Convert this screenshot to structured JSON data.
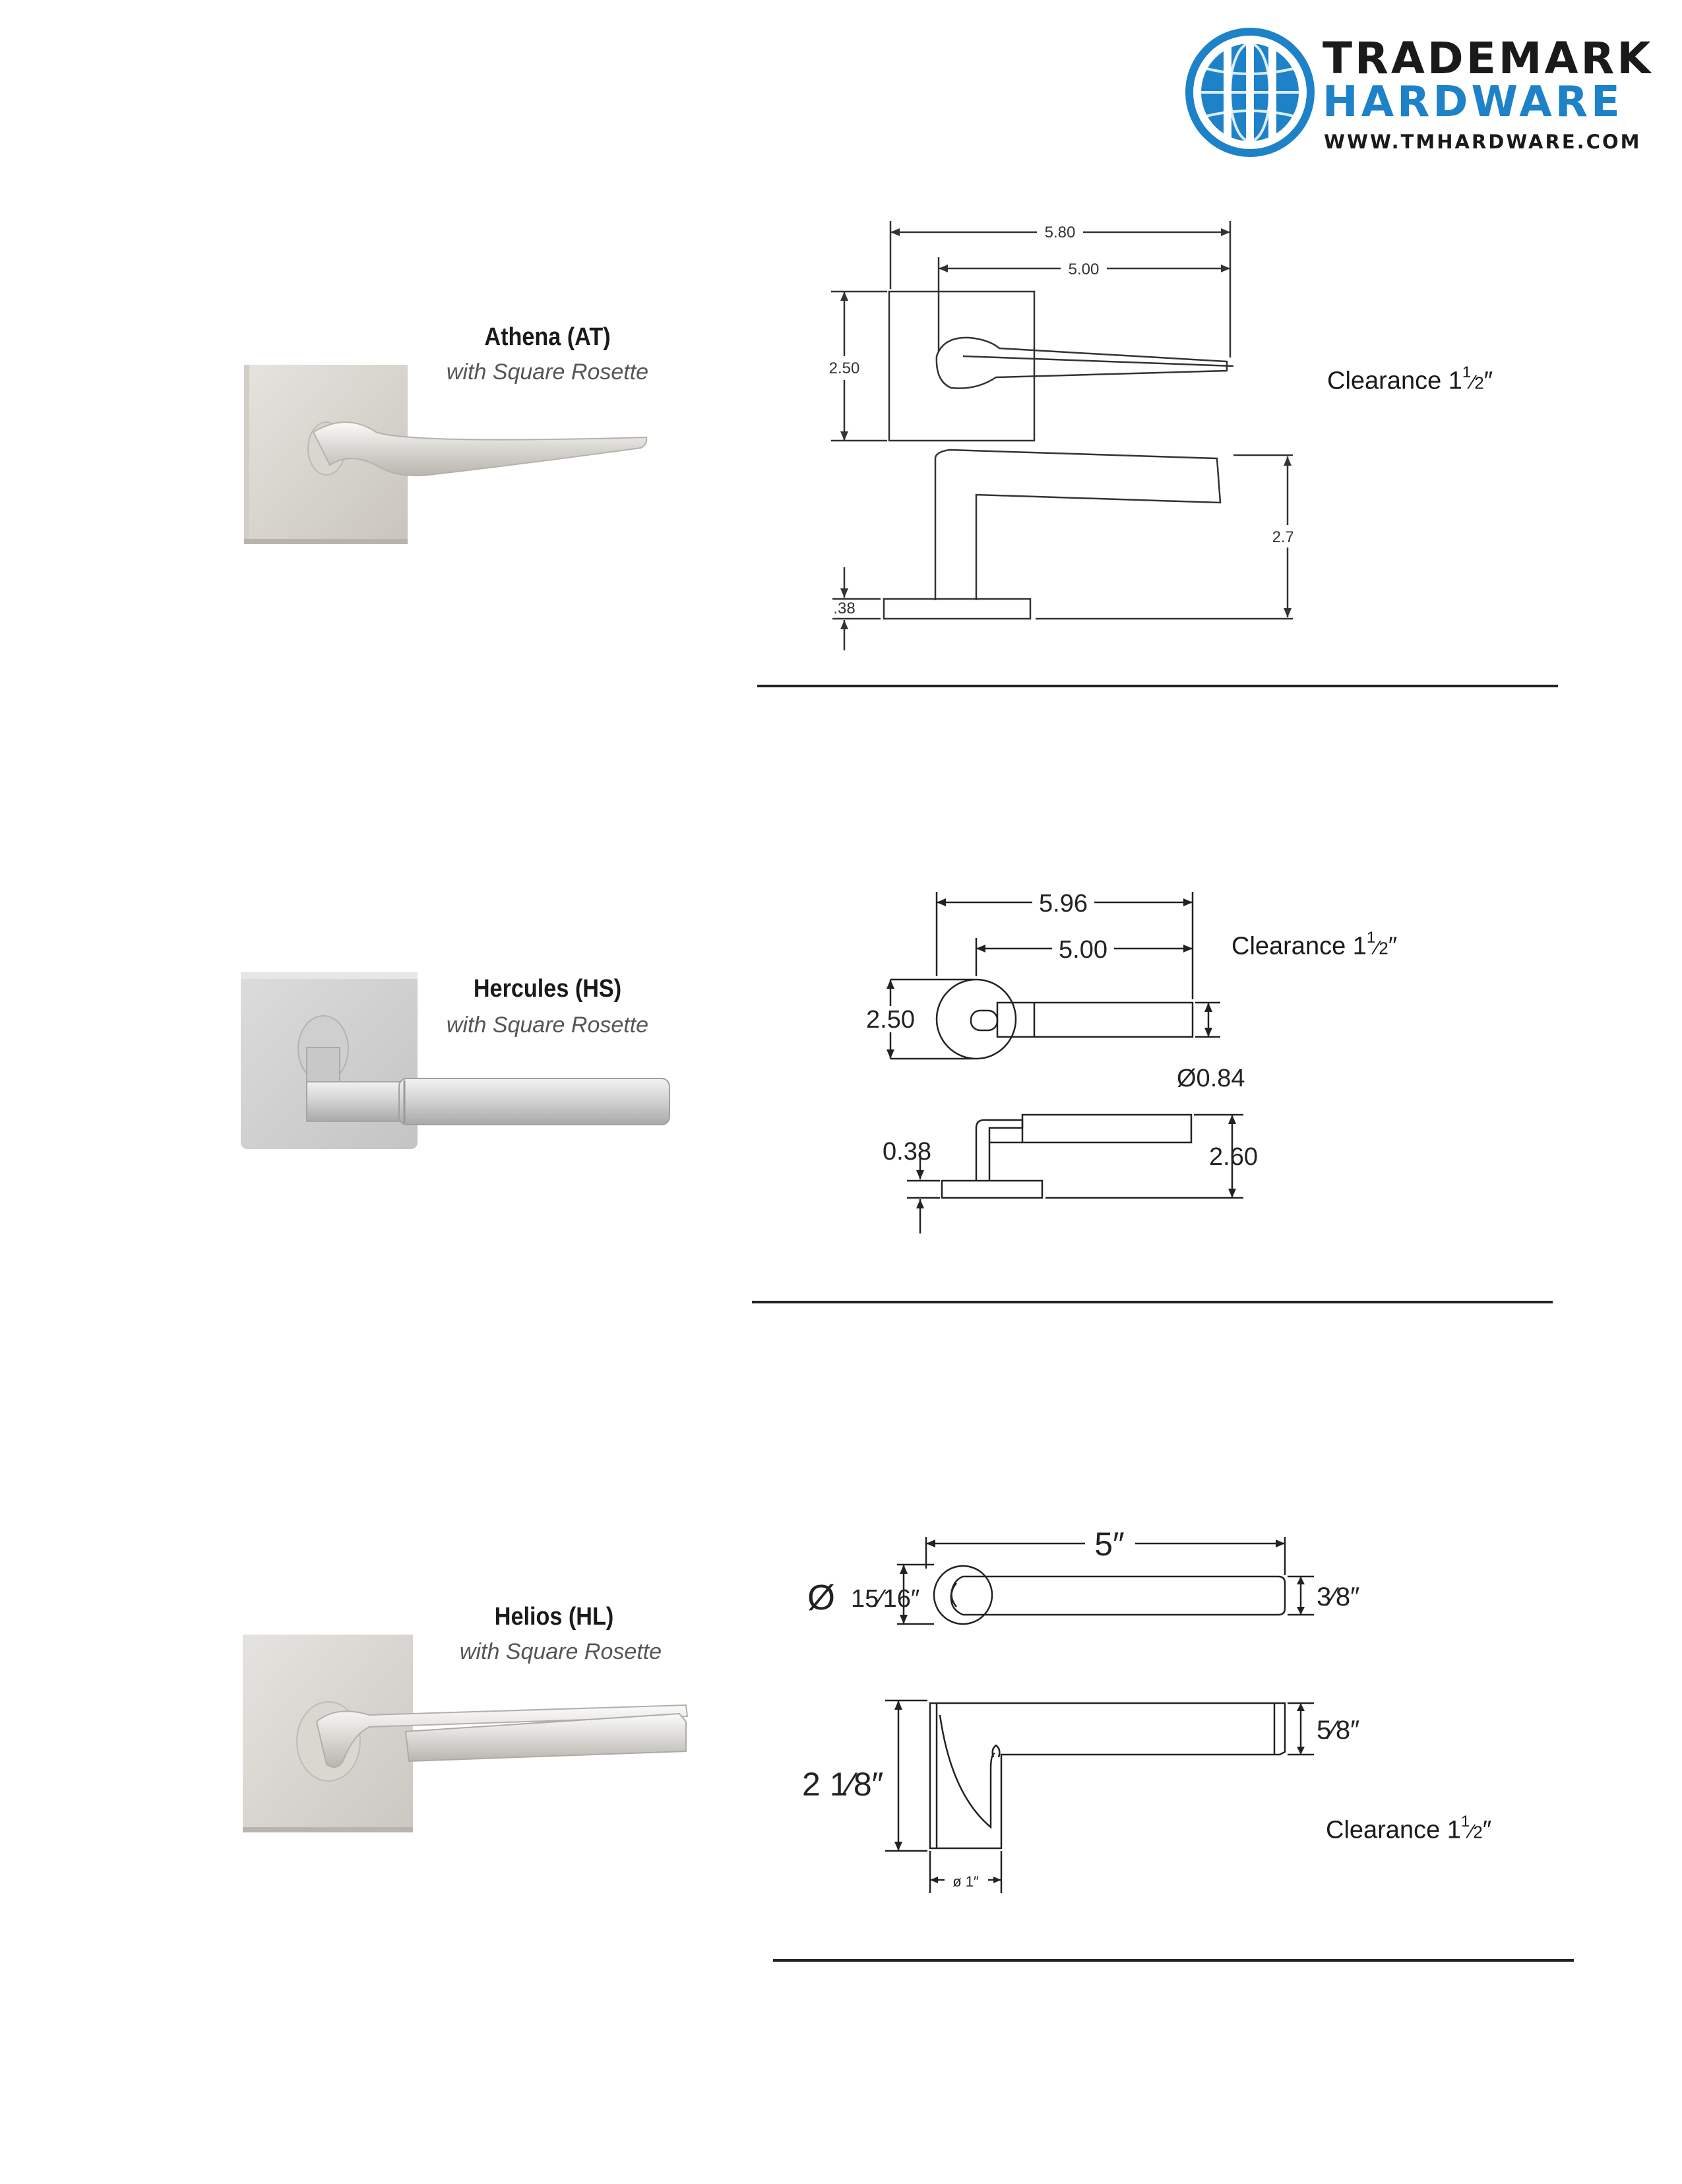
{
  "brand": {
    "line1": "TRADEMARK",
    "line2": "HARDWARE",
    "website": "WWW.TMHARDWARE.COM",
    "accent_color": "#1d82c8",
    "emblem_icon": "globe-door-icon"
  },
  "products": [
    {
      "name": "Athena (AT)",
      "subtitle": "with Square Rosette",
      "clearance": {
        "label": "Clearance 1",
        "num": "1",
        "den": "2",
        "unit": "″"
      },
      "dimensions": {
        "overall_length": "5.80",
        "lever_length": "5.00",
        "rosette_height": "2.50",
        "projection": "2.73",
        "rosette_thickness": ".38"
      }
    },
    {
      "name": "Hercules (HS)",
      "subtitle": "with Square Rosette",
      "clearance": {
        "label": "Clearance 1",
        "num": "1",
        "den": "2",
        "unit": "″"
      },
      "dimensions": {
        "overall_length": "5.96",
        "lever_length": "5.00",
        "rosette_height": "2.50",
        "lever_diameter": "Ø0.84",
        "rosette_thickness": "0.38",
        "projection": "2.60"
      }
    },
    {
      "name": "Helios (HL)",
      "subtitle": "with Square Rosette",
      "clearance": {
        "label": "Clearance 1",
        "num": "1",
        "den": "2",
        "unit": "″"
      },
      "dimensions": {
        "lever_length": "5″",
        "rose_symbol": "Ø",
        "rose_diameter": "15⁄16″",
        "lever_thickness": "3⁄8″",
        "lever_height": "5⁄8″",
        "projection": "2 1⁄8″",
        "base_diameter": "ø 1″"
      }
    }
  ]
}
